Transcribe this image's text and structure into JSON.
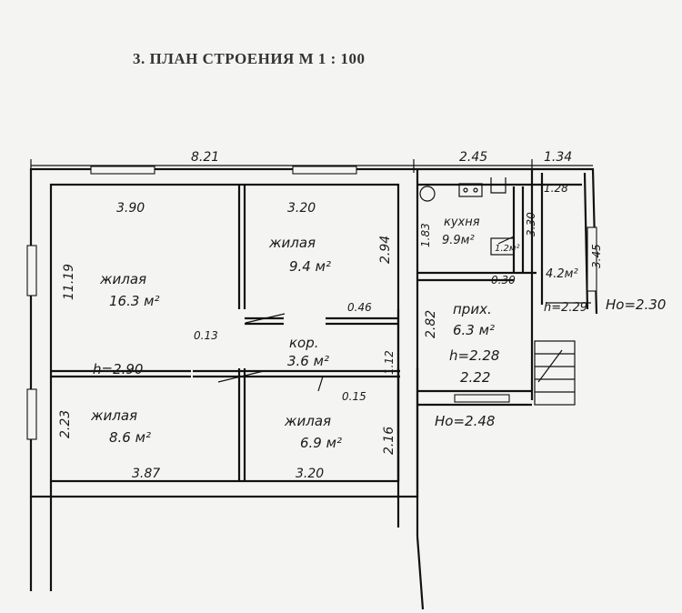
{
  "title": "3. ПЛАН СТРОЕНИЯ М 1 : 100",
  "dimensions": {
    "top_total": "8.21",
    "top_right_1": "2.45",
    "top_right_2": "1.34",
    "room1_width": "3.90",
    "room2_width": "3.20",
    "room1_depth": "11.19",
    "room2_depth": "2.94",
    "kitchen_depth": "1.83",
    "kitchen_right": "3.30",
    "veranda_width": "1.28",
    "veranda_depth": "3.45",
    "bottom_left_width": "3.87",
    "bottom_right_width": "3.20",
    "room3_depth": "2.23",
    "room4_depth": "2.16",
    "hall_depth": "2.82",
    "corridor_depth": "1.12",
    "wall_013": "0.13",
    "wall_046": "0.46",
    "wall_015": "0.15",
    "wall_030": "0.30"
  },
  "rooms": {
    "room1_label": "жилая",
    "room1_area": "16.3 м²",
    "room2_label": "жилая",
    "room2_area": "9.4 м²",
    "room3_label": "жилая",
    "room3_area": "8.6 м²",
    "room4_label": "жилая",
    "room4_area": "6.9 м²",
    "kitchen_label": "кухня",
    "kitchen_area": "9.9м²",
    "bath_area": "1.2м²",
    "veranda_area": "4.2м²",
    "corridor_label": "кор.",
    "corridor_area": "3.6 м²",
    "hall_label": "прих.",
    "hall_area": "6.3 м²"
  },
  "heights": {
    "main_h": "h=2.90",
    "hall_h": "h=2.28",
    "hall_h2": "2.22",
    "veranda_h": "h=2.29",
    "ho_right": "Hо=2.30",
    "ho_bottom": "Hо=2.48"
  }
}
